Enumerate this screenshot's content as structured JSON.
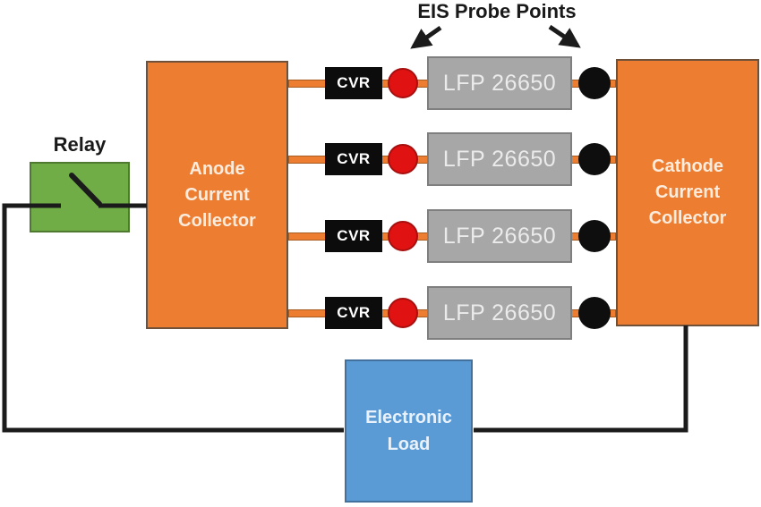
{
  "diagram": {
    "eis_label": "EIS Probe Points",
    "relay": {
      "label": "Relay"
    },
    "anode_collector": {
      "label": "Anode\nCurrent\nCollector"
    },
    "cathode_collector": {
      "label": "Cathode\nCurrent\nCollector"
    },
    "electronic_load": {
      "label": "Electronic\nLoad"
    },
    "rows": [
      {
        "cvr": "CVR",
        "cell": "LFP 26650",
        "positive_probe": "red",
        "negative_probe": "black"
      },
      {
        "cvr": "CVR",
        "cell": "LFP 26650",
        "positive_probe": "red",
        "negative_probe": "black"
      },
      {
        "cvr": "CVR",
        "cell": "LFP 26650",
        "positive_probe": "red",
        "negative_probe": "black"
      },
      {
        "cvr": "CVR",
        "cell": "LFP 26650",
        "positive_probe": "red",
        "negative_probe": "black"
      }
    ],
    "colors": {
      "collector_orange": "#ed7d31",
      "relay_green": "#70ad47",
      "load_blue": "#5b9bd5",
      "cell_gray": "#a6a6a6",
      "cvr_black": "#0c0c0c",
      "probe_red": "#e01212",
      "probe_black": "#0e0e0e",
      "wire_orange": "#ed7d31",
      "wire_black": "#1b1b1b"
    }
  }
}
